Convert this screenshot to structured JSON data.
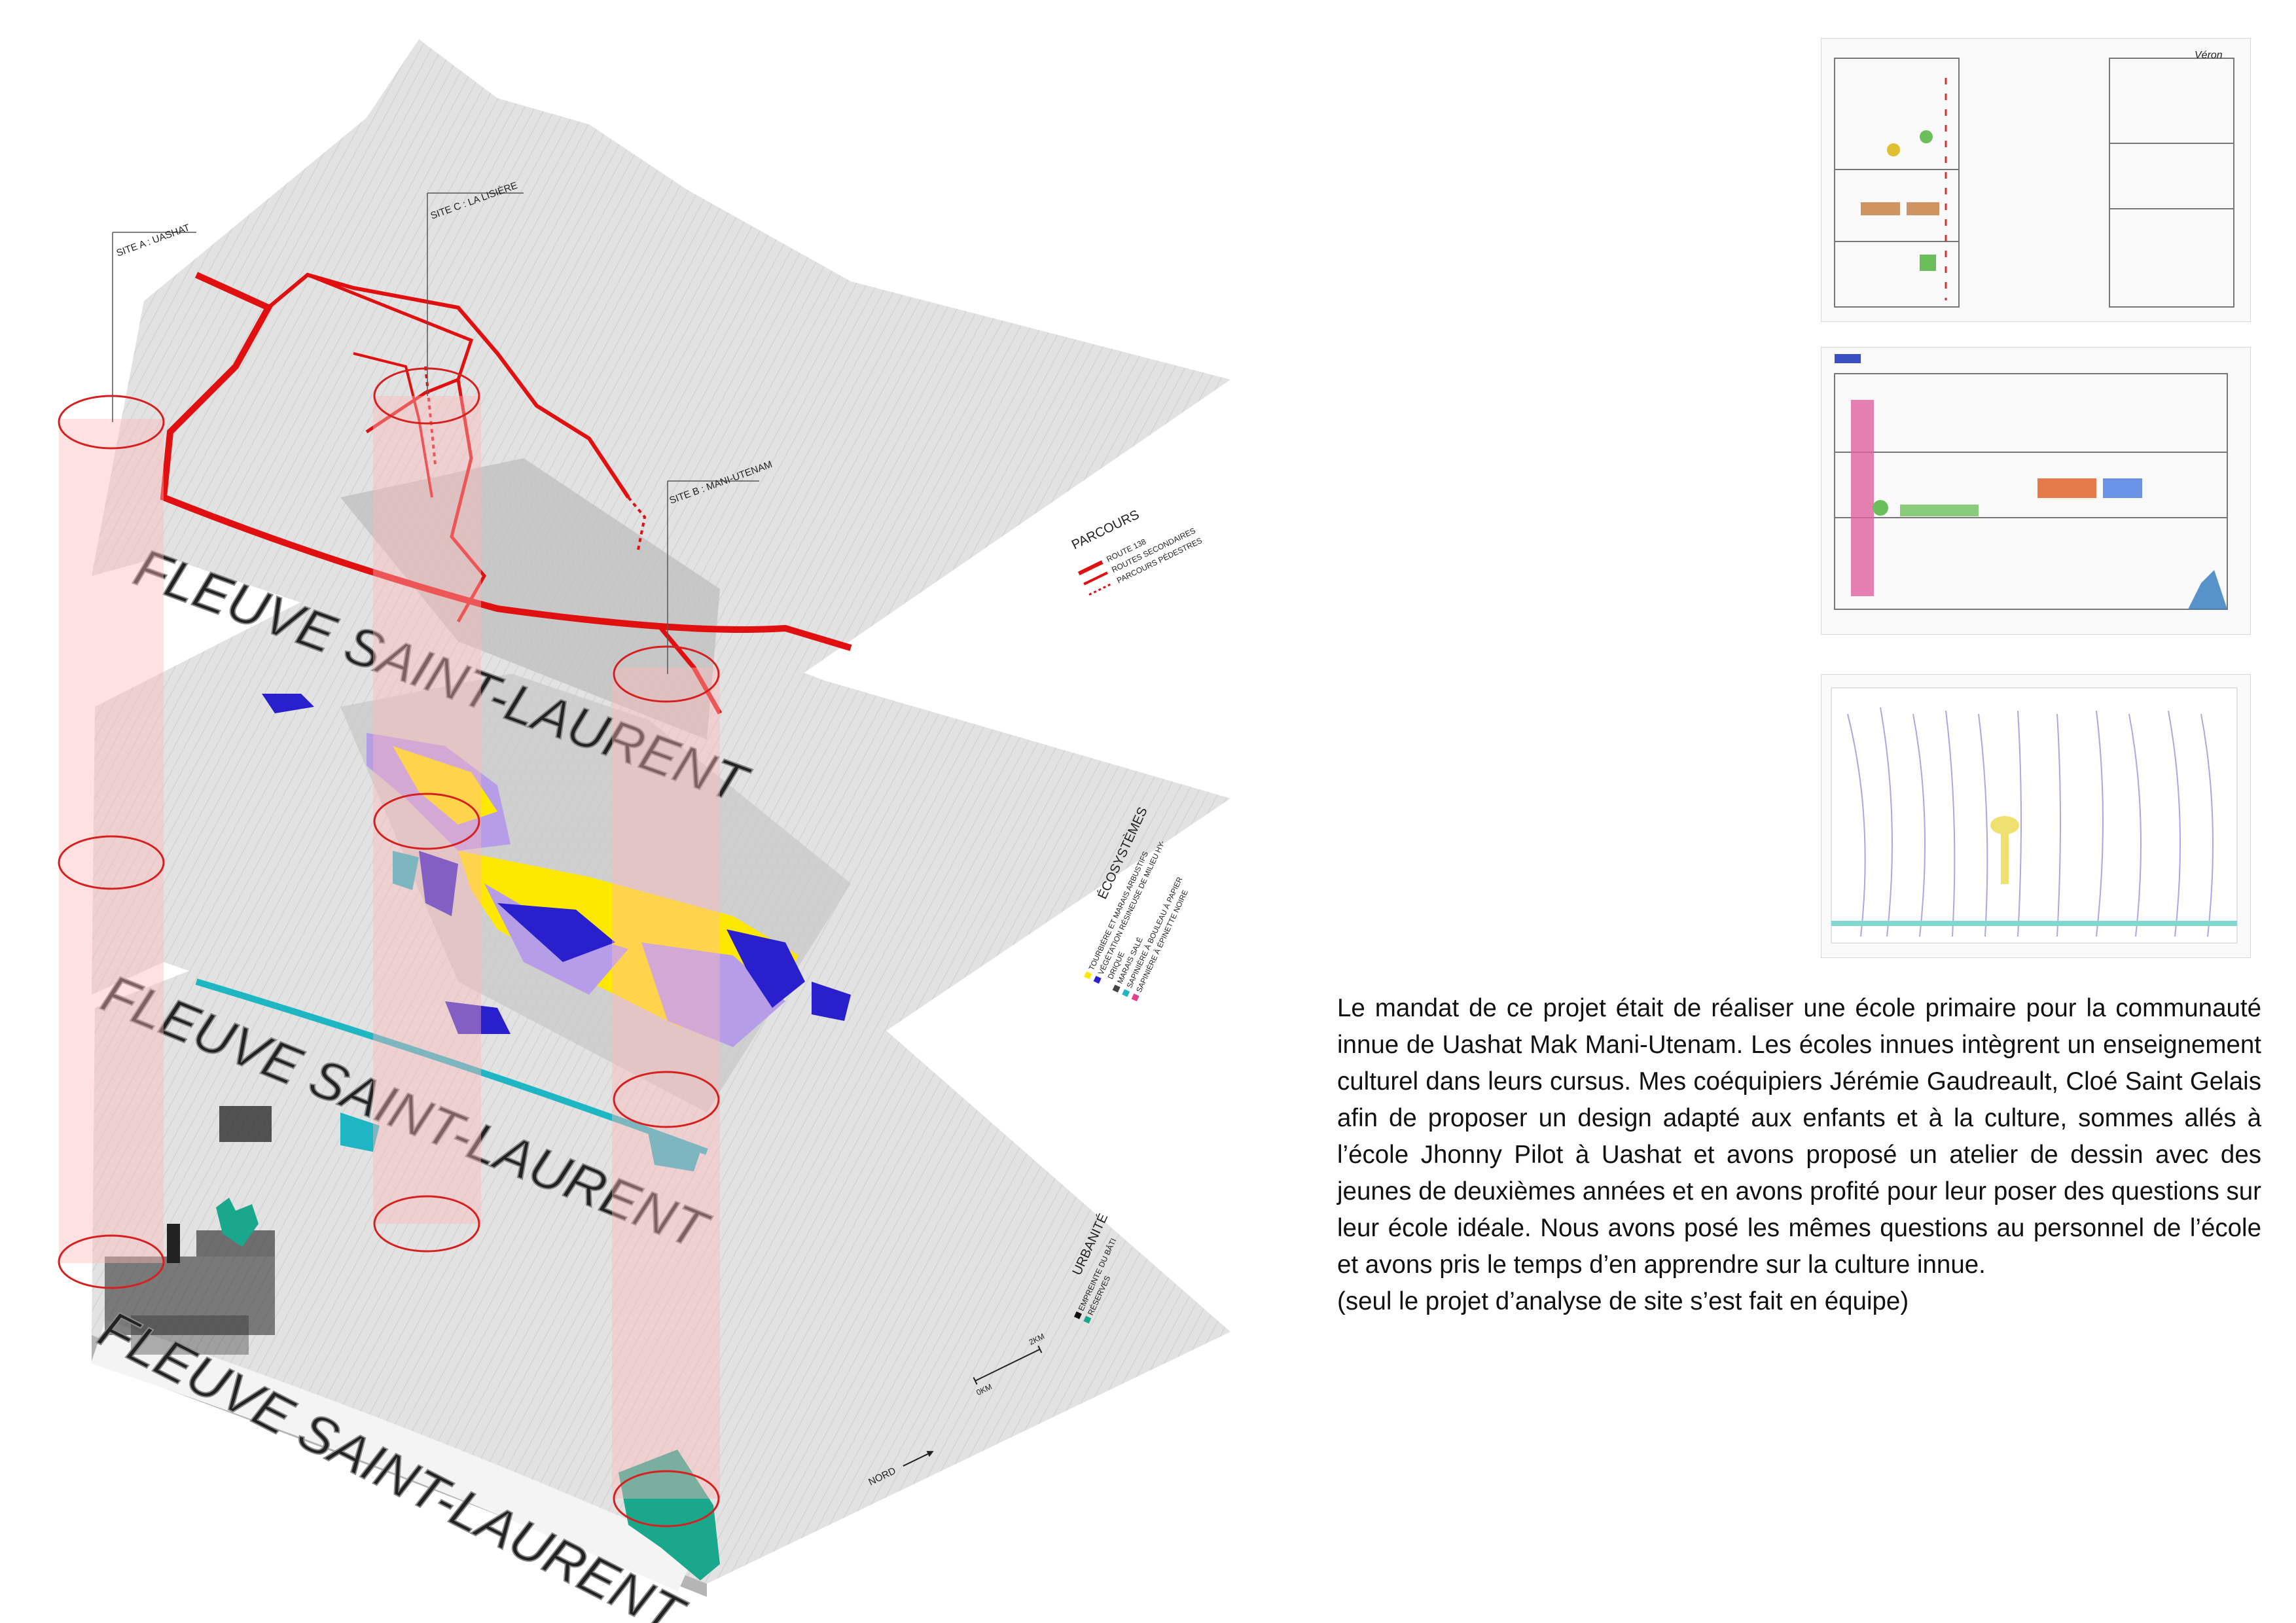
{
  "map": {
    "river_label": "FLEUVE SAINT-LAURENT",
    "site_labels": {
      "site_a": "SITE A : UASHAT",
      "site_c": "SITE C : LA LISIÈRE",
      "site_b": "SITE B : MANI-UTENAM"
    },
    "legends": {
      "parcours": {
        "title": "PARCOURS",
        "items": [
          "ROUTE 138",
          "ROUTES SECONDAIRES",
          "PARCOURS PÉDESTRES"
        ]
      },
      "ecosystemes": {
        "title": "ÉCOSYSTÈMES",
        "items": [
          "TOURBIÈRE ET MARAIS ARBUSTIFS",
          "VÉGÉTATION RÉSINEUSE DE MILIEU HY-",
          "DRIQUE",
          "MARAIS SALÉ",
          "SAPINIÈRE À BOULEAU À PAPIER",
          "SAPINIÈRE À ÉPINETTE NOIRE"
        ],
        "swatches": [
          "#ffe800",
          "#2a1fcc",
          "#2a1fcc",
          "#444444",
          "#1fb6c4",
          "#e04090"
        ]
      },
      "urbanite": {
        "title": "URBANITÉ",
        "items": [
          "EMPREINTE DU BÂTI",
          "RÉSERVES"
        ],
        "swatches": [
          "#111111",
          "#1aa88c"
        ]
      }
    },
    "scale": {
      "start": "0KM",
      "end": "2KM"
    },
    "north": "NORD"
  },
  "colors": {
    "terrain": "#e2e2e2",
    "terrain_shadow": "#b5b5b5",
    "route": "#e01010",
    "column": "#ffb8b8",
    "yellow": "#ffe800",
    "blue": "#2a1fcc",
    "lavender": "#b59de8",
    "cyan": "#1fb6c4",
    "teal": "#1aa88c"
  },
  "description": {
    "paragraph": "Le mandat de ce projet était de réaliser une école primaire pour la communauté innue de Uashat Mak Mani-Utenam. Les écoles innues intègrent un enseignement culturel dans leurs cursus. Mes coéquipiers Jérémie Gaudreault, Cloé Saint Gelais afin de proposer un design adapté aux enfants et à la culture, sommes allés à l’école Jhonny Pilot à Uashat et avons proposé un atelier de dessin avec des jeunes de deuxièmes années et en avons profité pour leur poser des questions sur leur école idéale. Nous avons posé les mêmes questions au personnel de l’école et avons pris le temps d’en apprendre sur la culture innue.",
    "note": "(seul le projet d’analyse de site s’est fait en équipe)"
  },
  "drawings": [
    {
      "caption": "Véron"
    },
    {
      "caption": ""
    },
    {
      "caption": ""
    }
  ]
}
